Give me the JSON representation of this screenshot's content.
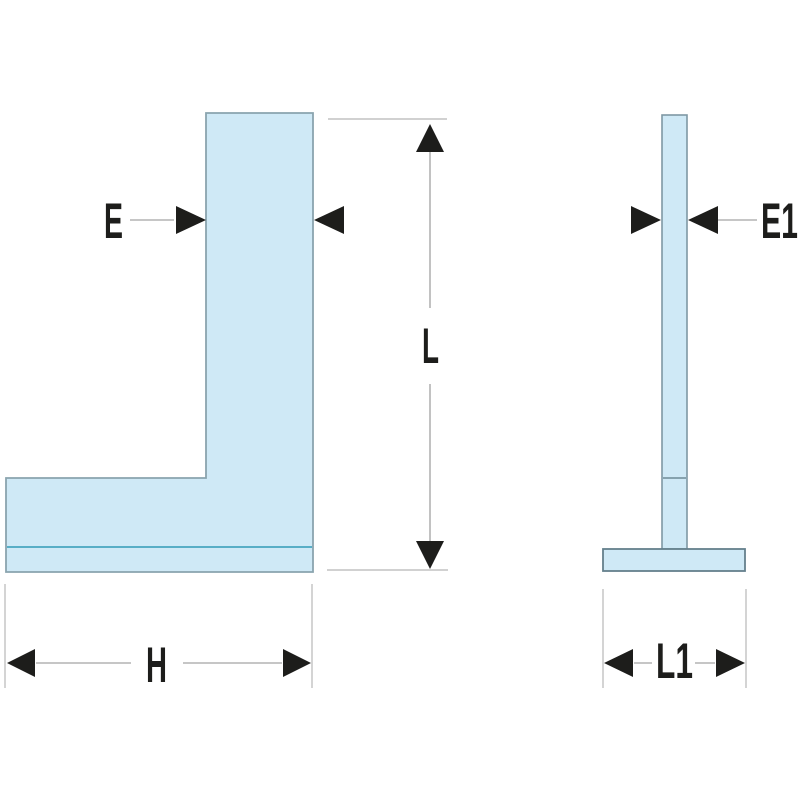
{
  "diagram": {
    "type": "technical-dimension-drawing",
    "subject": "precision-square",
    "views": [
      {
        "name": "front-view",
        "dimension_labels": [
          "E",
          "L",
          "H"
        ]
      },
      {
        "name": "side-view",
        "dimension_labels": [
          "E1",
          "L1"
        ]
      }
    ]
  },
  "labels": {
    "e": "E",
    "l": "L",
    "h": "H",
    "e1": "E1",
    "l1": "L1"
  },
  "colors": {
    "background": "#ffffff",
    "part_fill": "#cfe9f6",
    "part_outline": "#8aa4ae",
    "base_edge_line": "#58aec6",
    "dimension_line": "#b3b3b3",
    "arrowhead": "#1d1d1b",
    "label_text": "#1d1d1b"
  }
}
